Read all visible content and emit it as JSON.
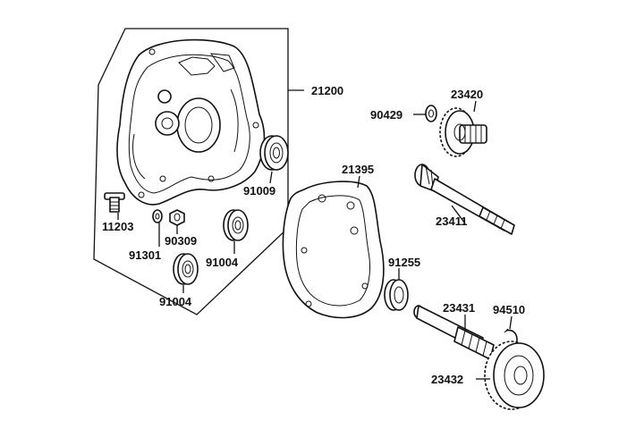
{
  "diagram": {
    "labels": {
      "p21200": "21200",
      "p23420": "23420",
      "p90429": "90429",
      "p91009": "91009",
      "p21395": "21395",
      "p23411": "23411",
      "p11203": "11203",
      "p90309": "90309",
      "p91301": "91301",
      "p91004a": "91004",
      "p91004b": "91004",
      "p91255": "91255",
      "p23431": "23431",
      "p94510": "94510",
      "p23432": "23432"
    }
  }
}
